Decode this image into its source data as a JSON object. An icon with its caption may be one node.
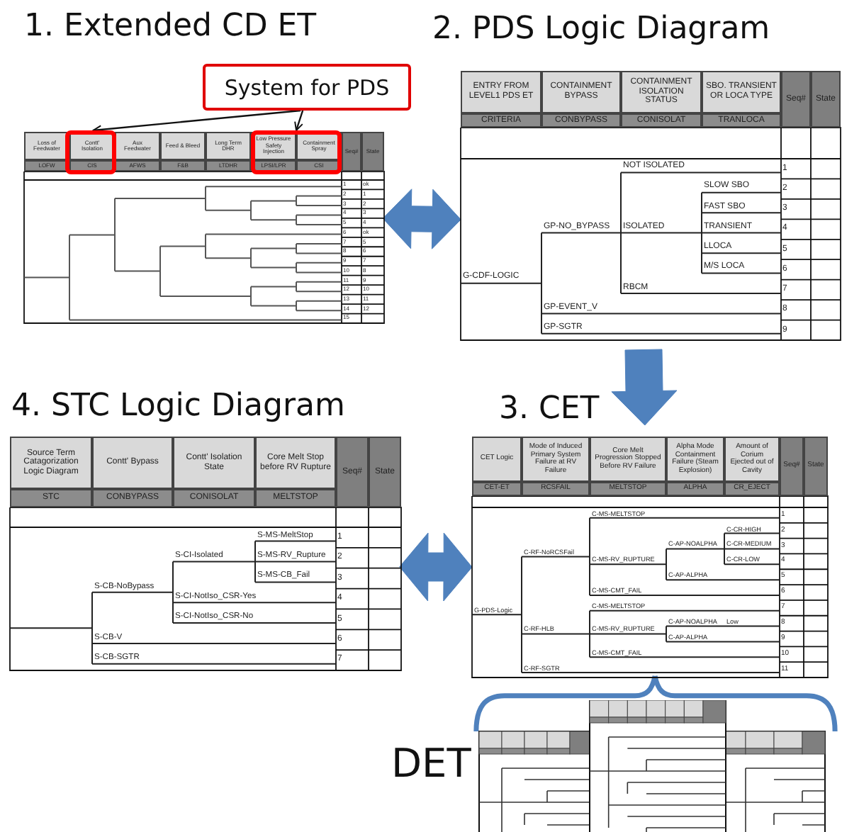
{
  "diagram": {
    "nodes": [
      {
        "text": [
          "1. Extended CD ET"
        ]
      },
      {
        "text": [
          "System for PDS"
        ]
      },
      {
        "text": [],
        "shape": "box",
        "in": 0
      },
      {
        "text": [],
        "shape": "box",
        "in": 0
      },
      {
        "text": [
          "2. PDS Logic Diagram"
        ]
      },
      {
        "text": [
          "4. STC Logic Diagram"
        ]
      },
      {
        "text": [
          "3. CET"
        ]
      },
      {
        "text": [],
        "shape": "picture",
        "beside": [
          "DET"
        ]
      }
    ],
    "edges": [
      {
        "from": 1,
        "to": 2,
        "arrow": "to"
      },
      {
        "from": 1,
        "to": 3,
        "arrow": "to"
      },
      {
        "from": 0,
        "to": 4,
        "arrow": "both"
      },
      {
        "from": 4,
        "to": 6,
        "arrow": "to"
      },
      {
        "from": 5,
        "to": 6,
        "arrow": "both"
      },
      {
        "from": 7,
        "to": 6,
        "arrow": "none",
        "style": "thick",
        "color": "#4f81bd"
      }
    ],
    "labels": [
      "Loss of Feedwater",
      "Contt' Isolation",
      "Aux Feedwater",
      "Feed & Bleed",
      "Long Term DHR",
      "Low Pressure Safety Injection",
      "Containment Spray",
      "Seq#",
      "State",
      "LOFW",
      "CIS",
      "AFWS",
      "F&B",
      "LTDHR",
      "LPSI/LPR",
      "CSI",
      "1",
      "ok",
      "2",
      "1",
      "3",
      "2",
      "4",
      "3",
      "5",
      "4",
      "6",
      "ok",
      "7",
      "5",
      "8",
      "6",
      "9",
      "7",
      "10",
      "8",
      "11",
      "9",
      "12",
      "10",
      "13",
      "11",
      "14",
      "12",
      "15",
      "ENTRY FROM LEVEL1 PDS ET",
      "CONTAINMENT BYPASS",
      "CONTAINMENT ISOLATION STATUS",
      "SBO. TRANSIENT OR LOCA TYPE",
      "Seq#",
      "State",
      "CRITERIA",
      "CONBYPASS",
      "CONISOLAT",
      "TRANLOCA",
      "G-CDF-LOGIC",
      "GP-NO_BYPASS",
      "NOT ISOLATED",
      "ISOLATED",
      "SLOW SBO",
      "FAST SBO",
      "TRANSIENT",
      "LLOCA",
      "M/S LOCA",
      "RBCM",
      "GP-EVENT_V",
      "GP-SGTR",
      "1",
      "2",
      "3",
      "4",
      "5",
      "6",
      "7",
      "8",
      "9",
      "Source Term Catagorization Logic Diagram",
      "Contt' Bypass",
      "Contt' Isolation State",
      "Core Melt Stop before RV Rupture",
      "Seq#",
      "State",
      "STC",
      "CONBYPASS",
      "CONISOLAT",
      "MELTSTOP",
      "S-CB-NoBypass",
      "S-CI-Isolated",
      "S-MS-MeltStop",
      "S-MS-RV_Rupture",
      "S-MS-CB_Fail",
      "S-CI-NotIso_CSR-Yes",
      "S-CI-NotIso_CSR-No",
      "S-CB-V",
      "S-CB-SGTR",
      "1",
      "2",
      "3",
      "4",
      "5",
      "6",
      "7",
      "CET Logic",
      "Mode of Induced Primary System Failure at RV Failure",
      "Core Melt Progression Stopped Before RV Failure",
      "Alpha Mode Containment Failure (Steam Explosion)",
      "Amount of Corium Ejected out of Cavity",
      "Seq#",
      "State",
      "CET-ET",
      "RCSFAIL",
      "MELTSTOP",
      "ALPHA",
      "CR_EJECT",
      "G-PDS-Logic",
      "C-RF-NoRCSFail",
      "C-MS-MELTSTOP",
      "C-MS-RV_RUPTURE",
      "C-AP-NOALPHA",
      "C-CR-HIGH",
      "C-CR-MEDIUM",
      "C-CR-LOW",
      "C-AP-ALPHA",
      "C-MS-CMT_FAIL",
      "C-RF-HLB",
      "C-MS-MELTSTOP",
      "C-MS-RV_RUPTURE",
      "C-AP-NOALPHA",
      "Low",
      "C-AP-ALPHA",
      "C-MS-CMT_FAIL",
      "C-RF-SGTR",
      "1",
      "2",
      "3",
      "4",
      "5",
      "6",
      "7",
      "8",
      "9",
      "10",
      "11"
    ]
  }
}
